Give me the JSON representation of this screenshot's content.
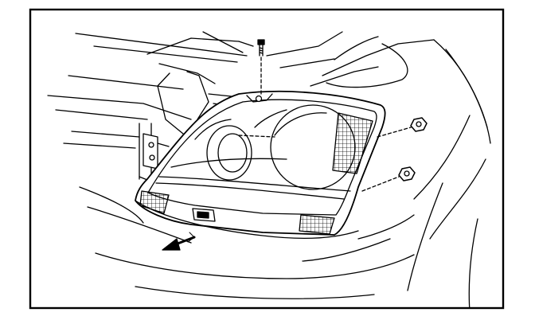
{
  "colors": {
    "background": "#ffffff",
    "ink": "#000000",
    "lens_hatch": "#000000"
  },
  "parts": [
    {
      "name": "headlamp-assembly",
      "icon": "headlamp-icon"
    },
    {
      "name": "mounting-bolt",
      "icon": "bolt-icon"
    },
    {
      "name": "mounting-nut-upper",
      "icon": "nut-icon"
    },
    {
      "name": "mounting-nut-lower",
      "icon": "nut-icon"
    },
    {
      "name": "removal-direction-arrow",
      "icon": "arrow-down-left-icon"
    }
  ]
}
